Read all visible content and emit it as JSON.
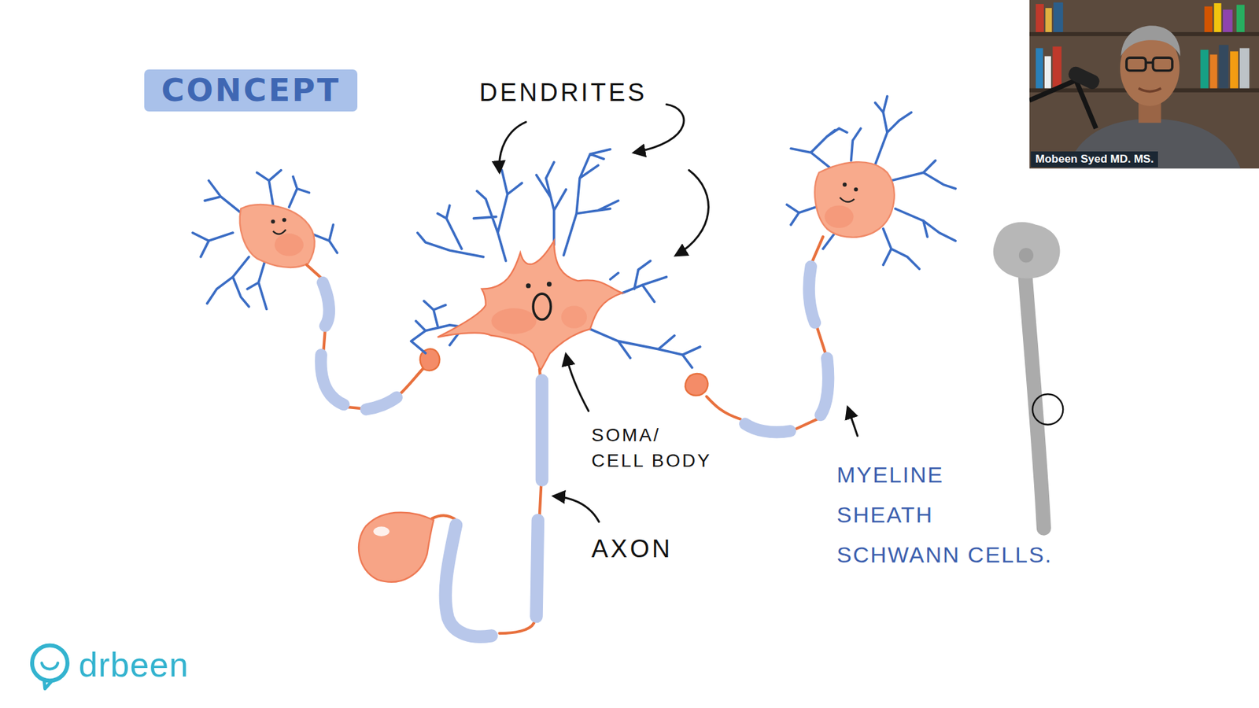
{
  "diagram": {
    "title": "CONCEPT",
    "labels": [
      "DENDRITES",
      "SOMA/ CELL BODY",
      "AXON",
      "MYELINE SHEATH",
      "SCHWANN CELLS.",
      "Mobeen Syed MD. MS.",
      "drbeen"
    ]
  }
}
